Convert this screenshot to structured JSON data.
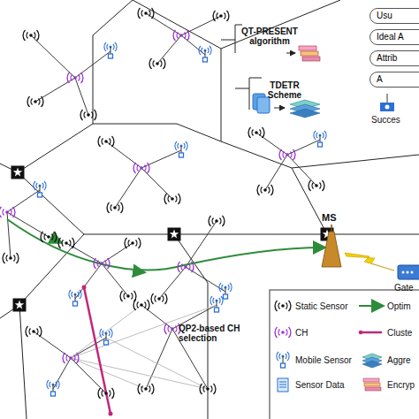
{
  "diagram": {
    "nodes": [
      {
        "text": [
          "Usu"
        ]
      },
      {
        "text": [
          "Ideal A"
        ]
      },
      {
        "text": [
          "Attrib"
        ]
      },
      {
        "text": [
          "A"
        ]
      }
    ],
    "labels": [
      "QT-PRESENT algorithm",
      "TDETR Scheme",
      "Succes",
      "MS",
      "Gate",
      "QP2-based CH selection"
    ],
    "legend": [
      {
        "text": "Static Sensor"
      },
      {
        "text": "Optim"
      },
      {
        "text": "CH"
      },
      {
        "text": "Cluste"
      },
      {
        "text": "Mobile Sensor"
      },
      {
        "text": "Aggre"
      },
      {
        "text": "Sensor Data"
      },
      {
        "text": "Encryp"
      }
    ]
  }
}
